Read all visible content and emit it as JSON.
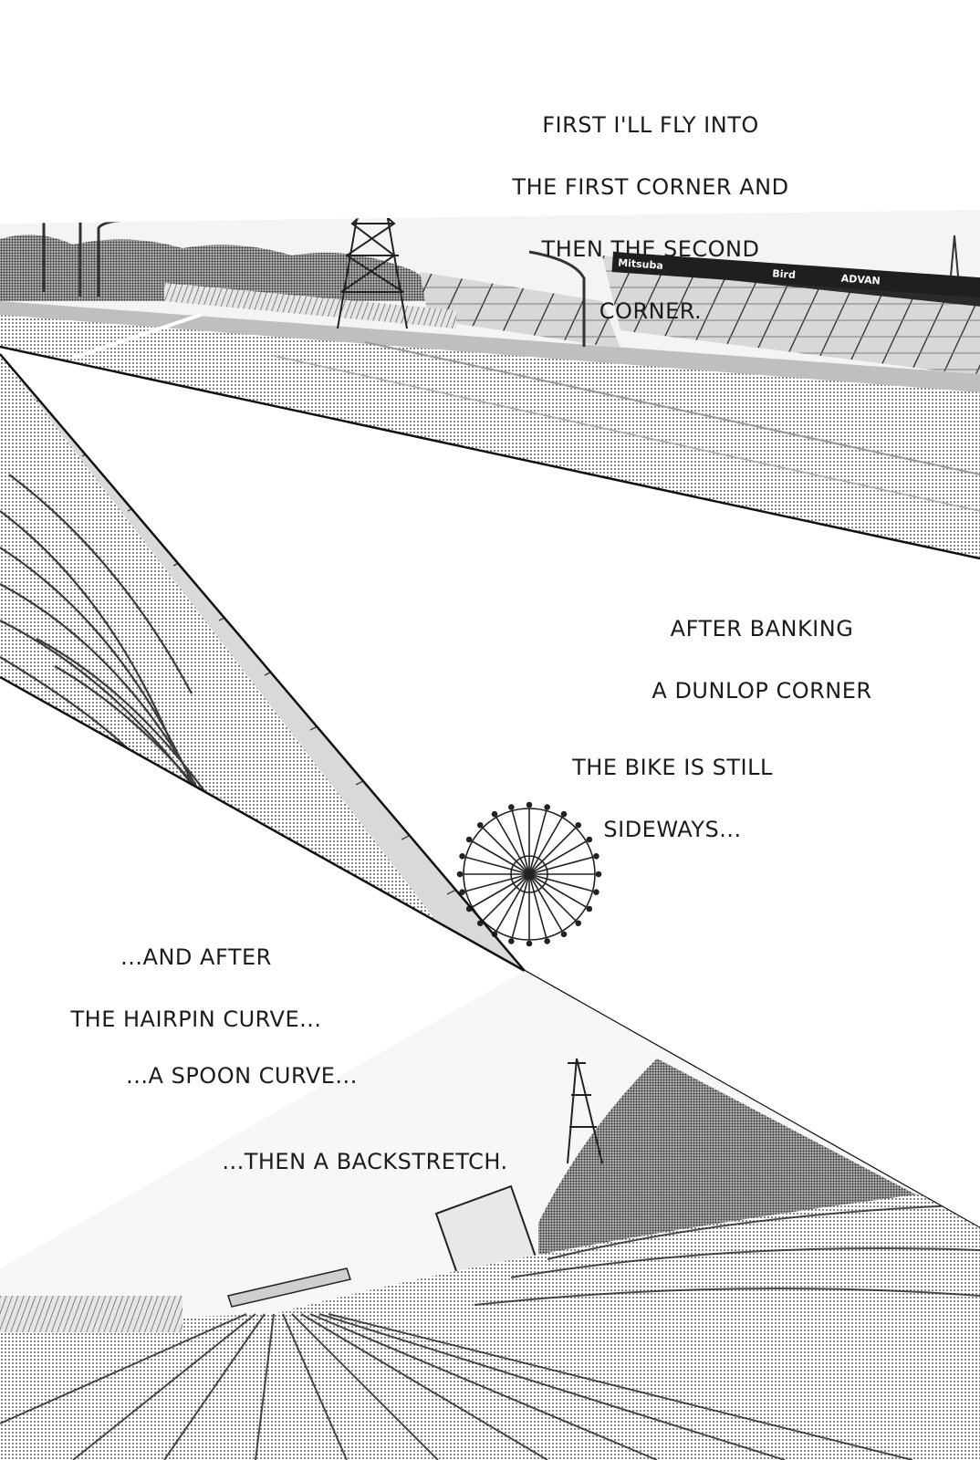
{
  "captions": {
    "first_corner": [
      "FIRST I'LL FLY INTO",
      "THE FIRST CORNER AND",
      "THEN THE SECOND",
      "CORNER."
    ],
    "dunlop": [
      "AFTER BANKING",
      "A DUNLOP CORNER"
    ],
    "sideways": [
      "THE BIKE IS STILL",
      "SIDEWAYS..."
    ],
    "hairpin": [
      "...AND AFTER",
      "THE HAIRPIN CURVE..."
    ],
    "spoon": [
      "...A SPOON CURVE..."
    ],
    "backstretch": [
      "...THEN A BACKSTRETCH."
    ]
  },
  "signage": {
    "sponsor_1": "Mitsuba",
    "sponsor_2": "Bird",
    "sponsor_3": "ADVAN"
  },
  "colors": {
    "ink": "#1c1c1c",
    "screentone": "#8a8a8a",
    "paper": "#ffffff"
  }
}
